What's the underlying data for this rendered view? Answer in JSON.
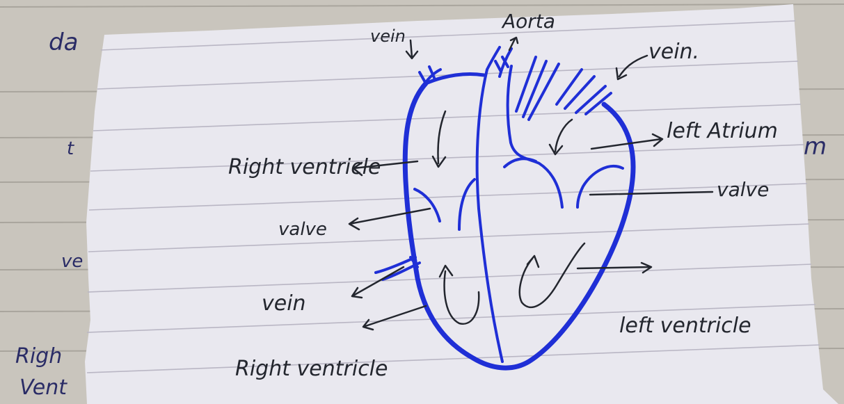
{
  "diagram": {
    "colors": {
      "heart_outline": "#1f2fd6",
      "pen_dark": "#23262e",
      "paper": "#e9e8ef",
      "paper_lines": "#b9b6c4",
      "background_paper": "#c9c5bd"
    },
    "labels": {
      "vein_top": "vein",
      "aorta": "Aorta",
      "vein_top_right": "vein.",
      "right_ventricle_upper": "Right ventricle",
      "left_atrium": "left Atrium",
      "valve_right": "valve",
      "valve_left": "valve",
      "vein_bottom": "vein",
      "right_ventricle_lower": "Right ventricle",
      "left_ventricle": "left ventricle"
    },
    "background_notebook": {
      "da": "da",
      "t": "t",
      "ve": "ve",
      "righ": "Righ",
      "vent": "Vent",
      "m": "m"
    }
  }
}
